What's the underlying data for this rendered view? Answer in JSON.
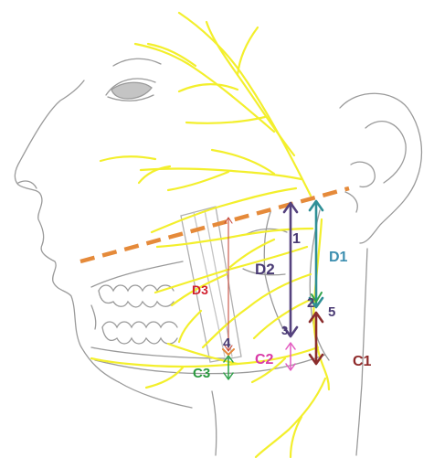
{
  "labels": {
    "d1": "D1",
    "d2": "D2",
    "d3": "D3",
    "c1": "C1",
    "c2": "C2",
    "c3": "C3",
    "n1": "1",
    "n2": "2",
    "n3": "3",
    "n4": "4",
    "n5": "5"
  },
  "colors": {
    "nerve": "#f3ef2c",
    "sketch": "#9a9a9a",
    "reference_line": "#e58a3a",
    "d1": "#2f8f96",
    "d2": "#55427e",
    "d3": "#c84b3c",
    "c1": "#8b2d2d",
    "c2": "#e35cc0",
    "c3": "#2fa24a",
    "label_d1": "#3d8fb0",
    "label_d2": "#4a3b74",
    "label_d3": "#d2202f",
    "label_c1": "#8e2a2a",
    "label_c2": "#d93aa6",
    "label_c3": "#2a9a3f"
  }
}
